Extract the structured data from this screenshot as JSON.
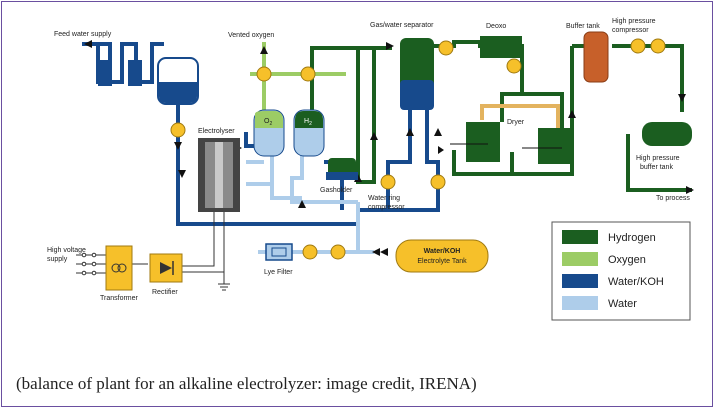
{
  "colors": {
    "hydrogen": "#1b5e20",
    "oxygen": "#9ccc65",
    "water_koh": "#174a8c",
    "water": "#aecdea",
    "equipment_yellow": "#f6c02a",
    "electrolyser_grey": "#555555",
    "buffer_tank": "#c7602a",
    "dryer_link": "#e3b35f"
  },
  "labels": {
    "feed_water": "Feed water supply",
    "vented_oxygen": "Vented oxygen",
    "gas_water_separator": "Gas/water separator",
    "deoxo": "Deoxo",
    "buffer_tank": "Buffer tank",
    "hp_compressor_1": "High pressure",
    "hp_compressor_2": "compressor",
    "electrolyser": "Electrolyser",
    "o2": "O",
    "o2_sub": "2",
    "h2": "H",
    "h2_sub": "2",
    "gasholder": "Gasholder",
    "water_ring_1": "Water ring",
    "water_ring_2": "compressor",
    "dryer": "Dryer",
    "hp_buffer_1": "High pressure",
    "hp_buffer_2": "buffer tank",
    "to_process": "To process",
    "high_voltage_1": "High voltage",
    "high_voltage_2": "supply",
    "transformer": "Transformer",
    "rectifier": "Rectifier",
    "lye_filter": "Lye Filter",
    "koh_tank_1": "Water/KOH",
    "koh_tank_2": "Electrolyte Tank"
  },
  "legend": [
    {
      "label": "Hydrogen",
      "color": "#1b5e20"
    },
    {
      "label": "Oxygen",
      "color": "#9ccc65"
    },
    {
      "label": "Water/KOH",
      "color": "#174a8c"
    },
    {
      "label": "Water",
      "color": "#aecdea"
    }
  ],
  "caption": "(balance of plant for an alkaline electrolyzer: image credit, IRENA)"
}
